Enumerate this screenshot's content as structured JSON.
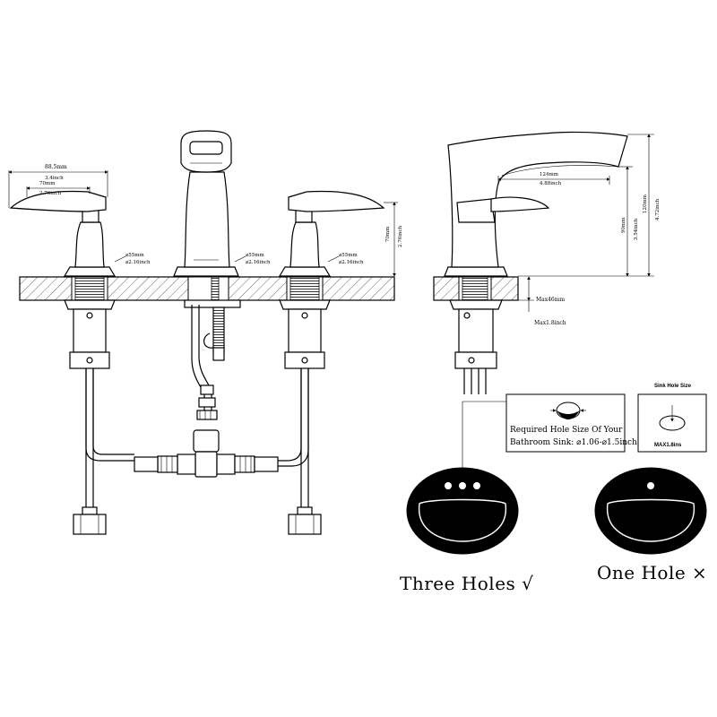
{
  "front_view": {
    "width_mm": "88.5mm",
    "width_inch": "3.4inch",
    "spread_mm": "70mm",
    "spread_inch": "2.76inch",
    "left_base_mm": "⌀55mm",
    "left_base_inch": "⌀2.16inch",
    "center_base_mm": "⌀55mm",
    "center_base_inch": "⌀2.16inch",
    "right_base_mm": "⌀55mm",
    "right_base_inch": "⌀2.16inch",
    "height_mm": "70mm",
    "height_inch": "2.76inch"
  },
  "side_view": {
    "reach_mm": "124mm",
    "reach_inch": "4.88inch",
    "spout_height_mm": "90mm",
    "spout_height_inch": "3.54inch",
    "total_height_mm": "120mm",
    "total_height_inch": "4.72inch",
    "deck_max_mm": "Max46mm",
    "deck_max_inch": "Max1.8inch"
  },
  "hole_info": {
    "line1": "Required Hole Size Of Your",
    "line2": "Bathroom Sink: ⌀1.06-⌀1.5inch",
    "sink_hole_title": "Sink Hole Size",
    "sink_hole_max": "MAX1.8ins"
  },
  "captions": {
    "three_holes": "Three Holes √",
    "one_hole": "One Hole ×"
  }
}
